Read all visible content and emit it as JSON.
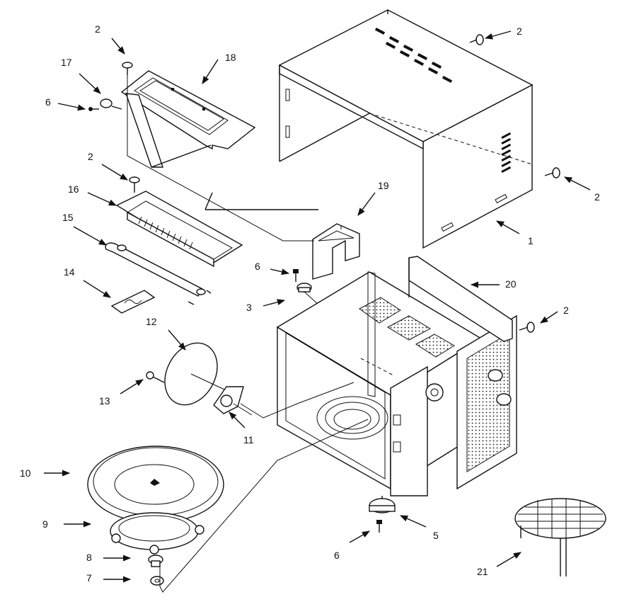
{
  "callouts": {
    "c1": "1",
    "c2a": "2",
    "c2b": "2",
    "c2c": "2",
    "c2d": "2",
    "c2e": "2",
    "c3": "3",
    "c5": "5",
    "c6a": "6",
    "c6b": "6",
    "c6c": "6",
    "c7": "7",
    "c8": "8",
    "c9": "9",
    "c10": "10",
    "c11": "11",
    "c12": "12",
    "c13": "13",
    "c14": "14",
    "c15": "15",
    "c16": "16",
    "c17": "17",
    "c18": "18",
    "c19": "19",
    "c20": "20",
    "c21": "21"
  }
}
